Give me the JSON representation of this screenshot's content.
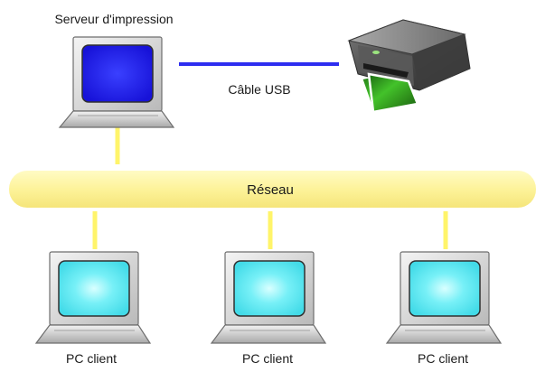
{
  "server": {
    "label": "Serveur d'impression"
  },
  "connection": {
    "label": "Câble USB"
  },
  "network": {
    "label": "Réseau"
  },
  "clients": [
    {
      "label": "PC client"
    },
    {
      "label": "PC client"
    },
    {
      "label": "PC client"
    }
  ],
  "colors": {
    "network_bar": "#fdf39a",
    "connector": "#fff46a",
    "usb_cable": "#2d2df0",
    "server_screen": "#1f17ee",
    "client_screen": "#5fe9f2"
  }
}
